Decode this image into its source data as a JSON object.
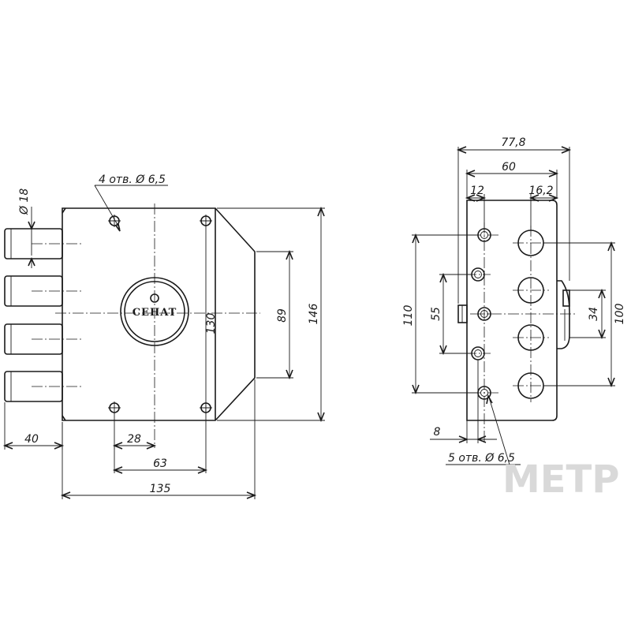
{
  "front_view": {
    "bolt_dia": "Ø 18",
    "holes_note": "4 отв. Ø 6,5",
    "brand": "CEHAT",
    "dim_130": "130",
    "dim_89": "89",
    "dim_146": "146",
    "dim_40": "40",
    "dim_28": "28",
    "dim_63": "63",
    "dim_135": "135"
  },
  "side_view": {
    "dim_77_8": "77,8",
    "dim_60": "60",
    "dim_12": "12",
    "dim_16_2": "16,2",
    "dim_110": "110",
    "dim_55": "55",
    "dim_34": "34",
    "dim_100": "100",
    "dim_8": "8",
    "holes_note": "5 отв. Ø 6,5"
  },
  "watermark": "METP"
}
